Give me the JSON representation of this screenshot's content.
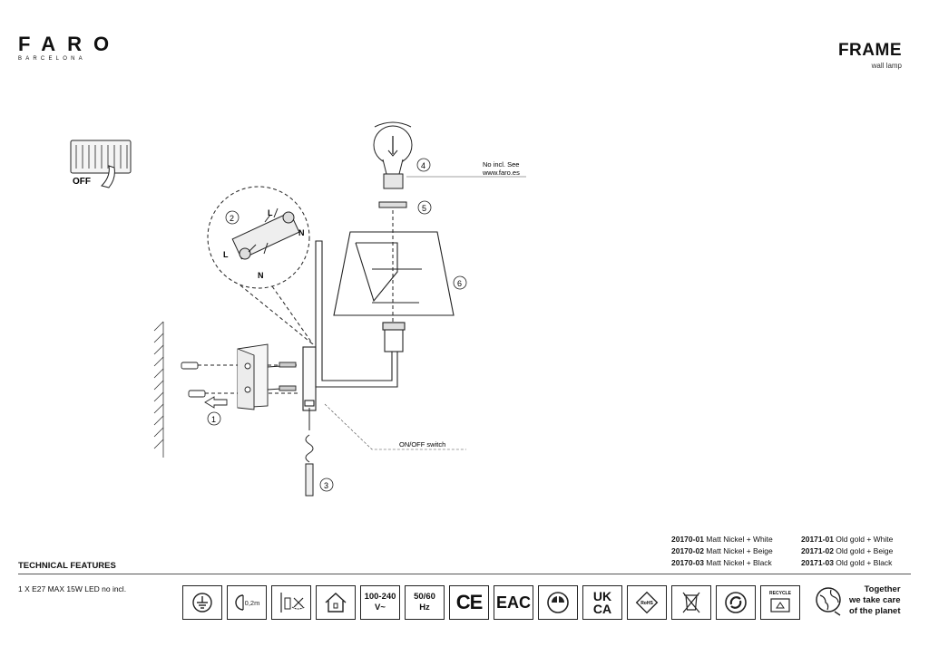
{
  "brand": {
    "name": "FARO",
    "sub": "BARCELONA"
  },
  "product": {
    "name": "FRAME",
    "subtitle": "wall lamp"
  },
  "diagram": {
    "off_label": "OFF",
    "callouts": [
      "1",
      "2",
      "3",
      "4",
      "5",
      "6"
    ],
    "wire_labels": {
      "l1": "L",
      "n1": "N",
      "l2": "L",
      "n2": "N"
    },
    "bulb_note_line1": "No incl. See",
    "bulb_note_line2": "www.faro.es",
    "switch_note": "ON/OFF switch"
  },
  "finishes": {
    "left": [
      {
        "code": "20170-01",
        "desc": "Matt Nickel + White"
      },
      {
        "code": "20170-02",
        "desc": "Matt Nickel + Beige"
      },
      {
        "code": "20170-03",
        "desc": "Matt Nickel + Black"
      }
    ],
    "right": [
      {
        "code": "20171-01",
        "desc": "Old gold + White"
      },
      {
        "code": "20171-02",
        "desc": "Old gold + Beige"
      },
      {
        "code": "20171-03",
        "desc": "Old gold + Black"
      }
    ]
  },
  "technical": {
    "title": "TECHNICAL FEATURES",
    "spec": "1 X E27 MAX 15W LED no incl."
  },
  "cert_icons": {
    "ground_icon": "ground-symbol-icon",
    "distance_label": "0,2m",
    "voltage": "100-240",
    "voltage_unit": "V~",
    "freq": "50/60",
    "freq_unit": "Hz",
    "ce": "CE",
    "eac": "EAC",
    "ukca_top": "UK",
    "ukca_bottom": "CA",
    "recycle_label": "RECYCLE",
    "planet_line1": "Together",
    "planet_line2": "we take care",
    "planet_line3": "of the planet"
  }
}
